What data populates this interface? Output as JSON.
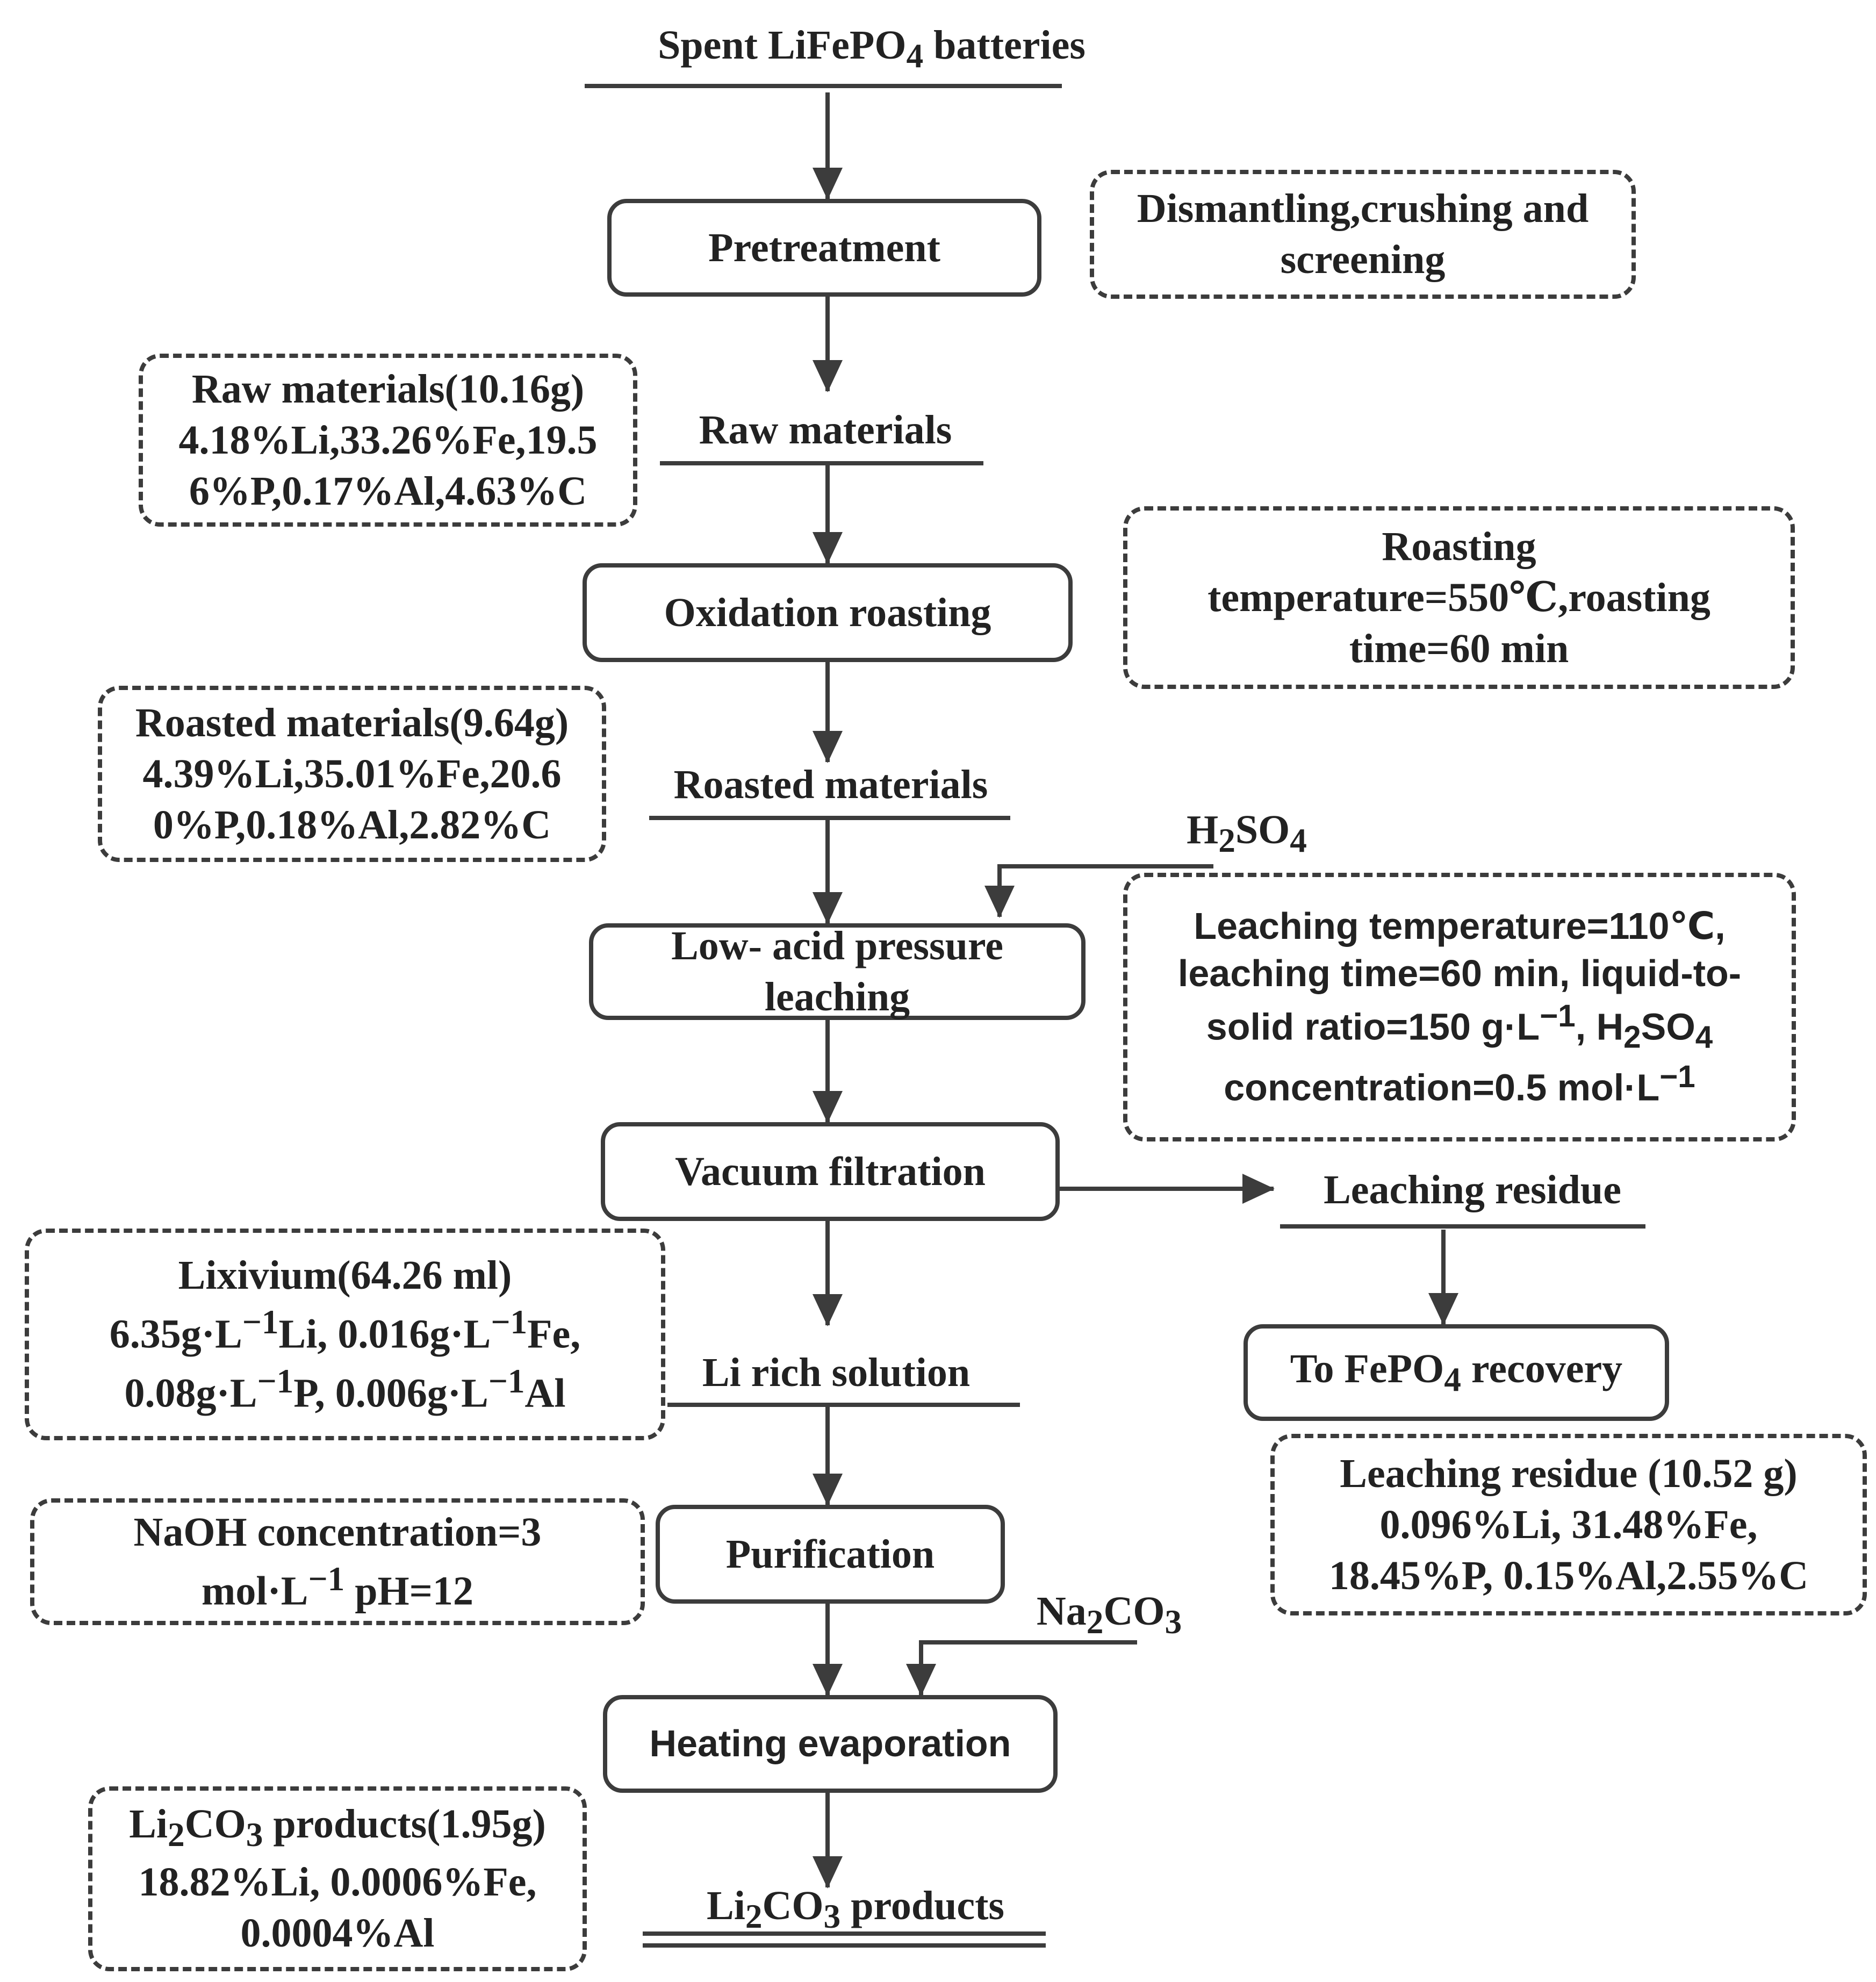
{
  "stream_labels": {
    "spent_batteries": [
      "Spent LiFePO",
      {
        "sub": "4"
      },
      " batteries"
    ],
    "raw_materials": [
      "Raw materials"
    ],
    "roasted_materials": [
      "Roasted materials"
    ],
    "h2so4": [
      "H",
      {
        "sub": "2"
      },
      "SO",
      {
        "sub": "4"
      }
    ],
    "leaching_residue": [
      "Leaching residue"
    ],
    "li_rich_solution": [
      "Li rich solution"
    ],
    "na2co3": [
      "Na",
      {
        "sub": "2"
      },
      "CO",
      {
        "sub": "3"
      }
    ],
    "li2co3_products": [
      "Li",
      {
        "sub": "2"
      },
      "CO",
      {
        "sub": "3"
      },
      "  products"
    ]
  },
  "process_steps": {
    "pretreatment": [
      [
        "Pretreatment"
      ]
    ],
    "oxidation_roasting": [
      [
        "Oxidation roasting"
      ]
    ],
    "low_acid_leaching": [
      [
        "Low- acid pressure"
      ],
      [
        "leaching"
      ]
    ],
    "vacuum_filtration": [
      [
        "Vacuum filtration"
      ]
    ],
    "fepo4_recovery": [
      [
        "To FePO",
        {
          "sub": "4"
        },
        " recovery"
      ]
    ],
    "purification": [
      [
        "Purification"
      ]
    ],
    "heating_evaporation": [
      [
        "Heating evaporation"
      ]
    ]
  },
  "notes": {
    "pretreatment_note": [
      [
        "Dismantling,crushing and"
      ],
      [
        "screening"
      ]
    ],
    "raw_composition": [
      [
        "Raw materials(10.16g)"
      ],
      [
        "4.18%Li,33.26%Fe,19.5"
      ],
      [
        "6%P,0.17%Al,4.63%C"
      ]
    ],
    "roasting_conditions": [
      [
        "Roasting"
      ],
      [
        "temperature=550℃,roasting"
      ],
      [
        "time=60 min"
      ]
    ],
    "roasted_composition": [
      [
        "Roasted materials(9.64g)"
      ],
      [
        "4.39%Li,35.01%Fe,20.6"
      ],
      [
        "0%P,0.18%Al,2.82%C"
      ]
    ],
    "leaching_conditions": [
      [
        "Leaching temperature=110℃,"
      ],
      [
        "leaching time=60 min, liquid-to-"
      ],
      [
        "solid ratio=150 g·L",
        {
          "sup": "−1"
        },
        ", H",
        {
          "sub": "2"
        },
        "SO",
        {
          "sub": "4"
        }
      ],
      [
        "concentration=0.5 mol·L",
        {
          "sup": "−1"
        }
      ]
    ],
    "lixivium_composition": [
      [
        "Lixivium(64.26 ml)"
      ],
      [
        "6.35g·L",
        {
          "sup": "−1"
        },
        "Li, 0.016g·L",
        {
          "sup": "−1"
        },
        "Fe,"
      ],
      [
        "0.08g·L",
        {
          "sup": "−1"
        },
        "P, 0.006g·L",
        {
          "sup": "−1"
        },
        "Al"
      ]
    ],
    "residue_composition": [
      [
        "Leaching residue (10.52 g)"
      ],
      [
        "0.096%Li, 31.48%Fe,"
      ],
      [
        "18.45%P, 0.15%Al,2.55%C"
      ]
    ],
    "naoh_conditions": [
      [
        "NaOH concentration=3"
      ],
      [
        "mol·L",
        {
          "sup": "−1"
        },
        " pH=12"
      ]
    ],
    "li2co3_composition": [
      [
        "Li",
        {
          "sub": "2"
        },
        "CO",
        {
          "sub": "3"
        },
        " products(1.95g)"
      ],
      [
        "18.82%Li, 0.0006%Fe,"
      ],
      [
        "0.0004%Al"
      ]
    ]
  },
  "colors": {
    "stroke": "#3c3c3c",
    "text": "#222222",
    "background": "#ffffff"
  }
}
